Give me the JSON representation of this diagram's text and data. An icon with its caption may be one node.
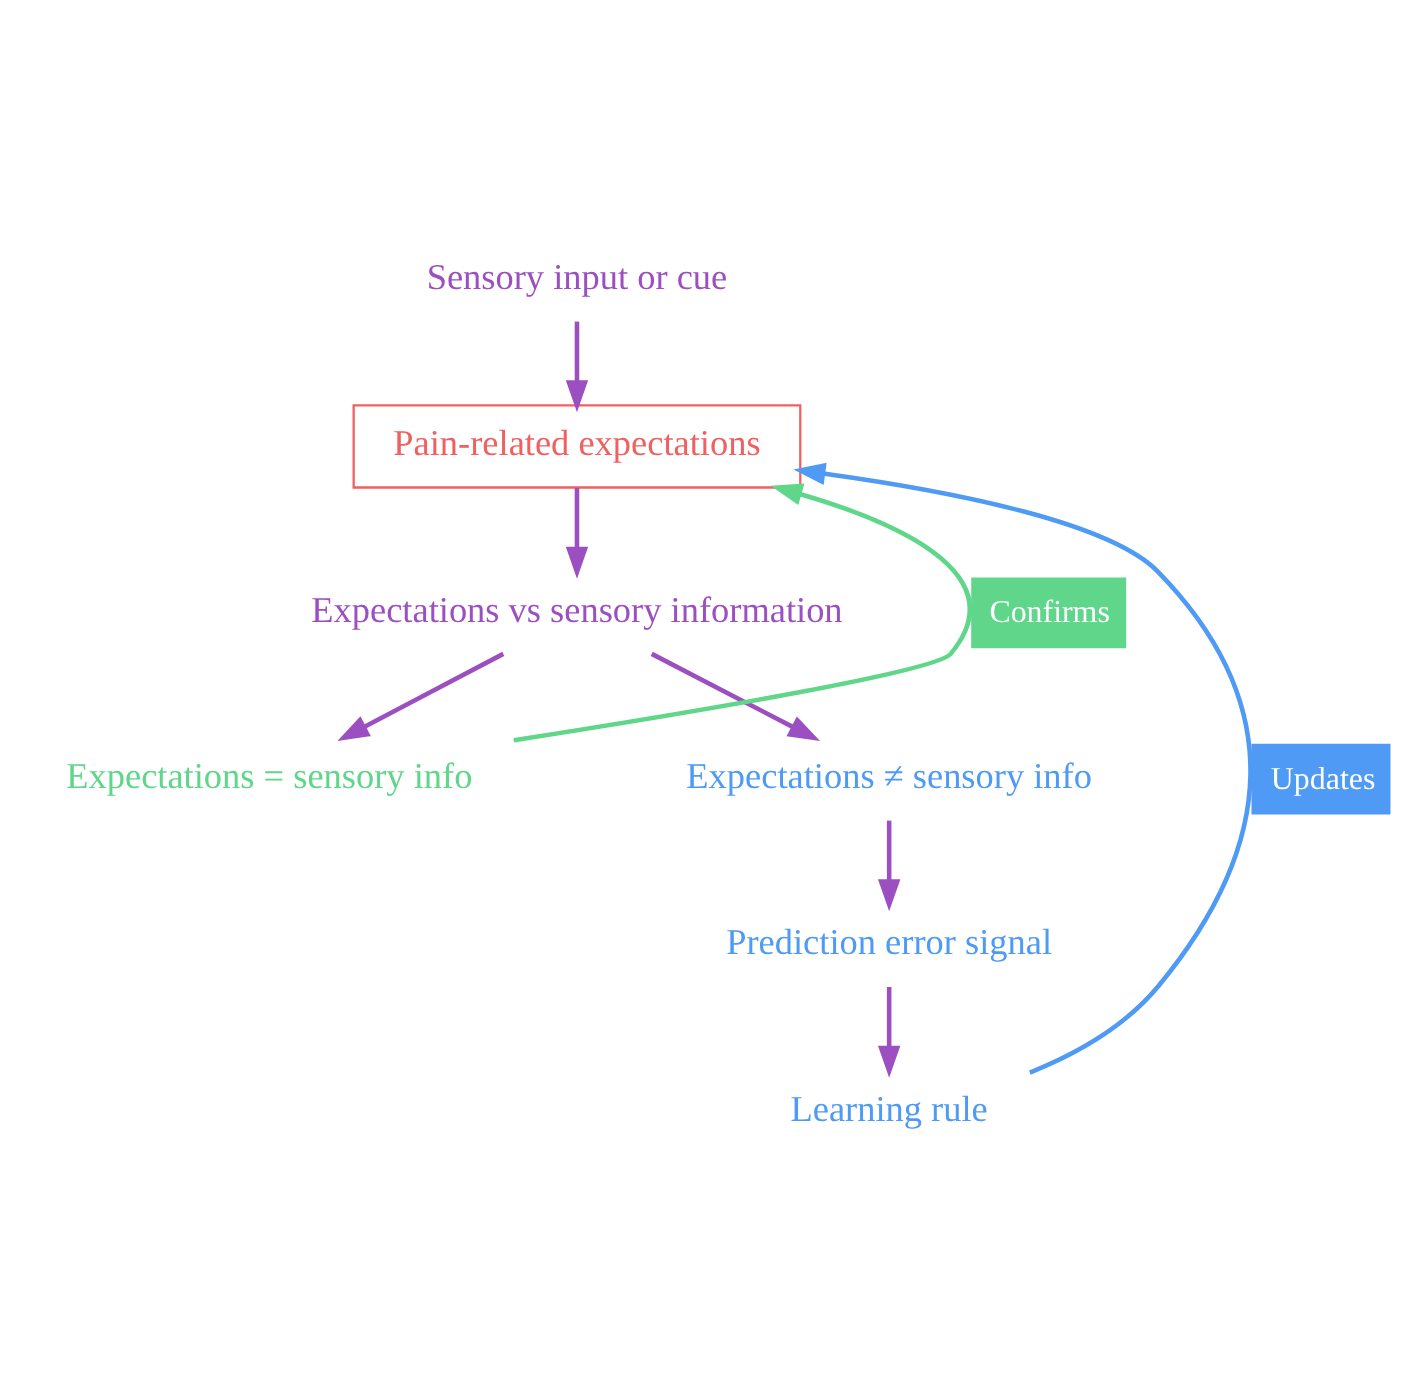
{
  "diagram": {
    "nodes": [
      {
        "text": [
          "Sensory input or cue"
        ]
      },
      {
        "text": [
          "Pain-related expectations"
        ]
      },
      {
        "text": [
          "Expectations vs sensory information"
        ]
      },
      {
        "text": [
          "Expectations = sensory info"
        ]
      },
      {
        "text": [
          "Expectations ≠ sensory info"
        ]
      },
      {
        "text": [
          "Prediction error signal"
        ]
      },
      {
        "text": [
          "Learning rule"
        ]
      }
    ],
    "edges": [
      {
        "from": 0,
        "to": 1,
        "arrow": "to"
      },
      {
        "from": 1,
        "to": 2,
        "arrow": "to"
      },
      {
        "from": 2,
        "to": 3,
        "arrow": "to"
      },
      {
        "from": 2,
        "to": 4,
        "arrow": "to"
      },
      {
        "from": 4,
        "to": 5,
        "arrow": "to"
      },
      {
        "from": 5,
        "to": 6,
        "arrow": "to"
      },
      {
        "from": 3,
        "to": 1,
        "arrow": "to",
        "label": "Confirms",
        "color": "#5fd68a"
      },
      {
        "from": 6,
        "to": 1,
        "arrow": "to",
        "label": "Updates",
        "color": "#4e9af5"
      }
    ]
  }
}
